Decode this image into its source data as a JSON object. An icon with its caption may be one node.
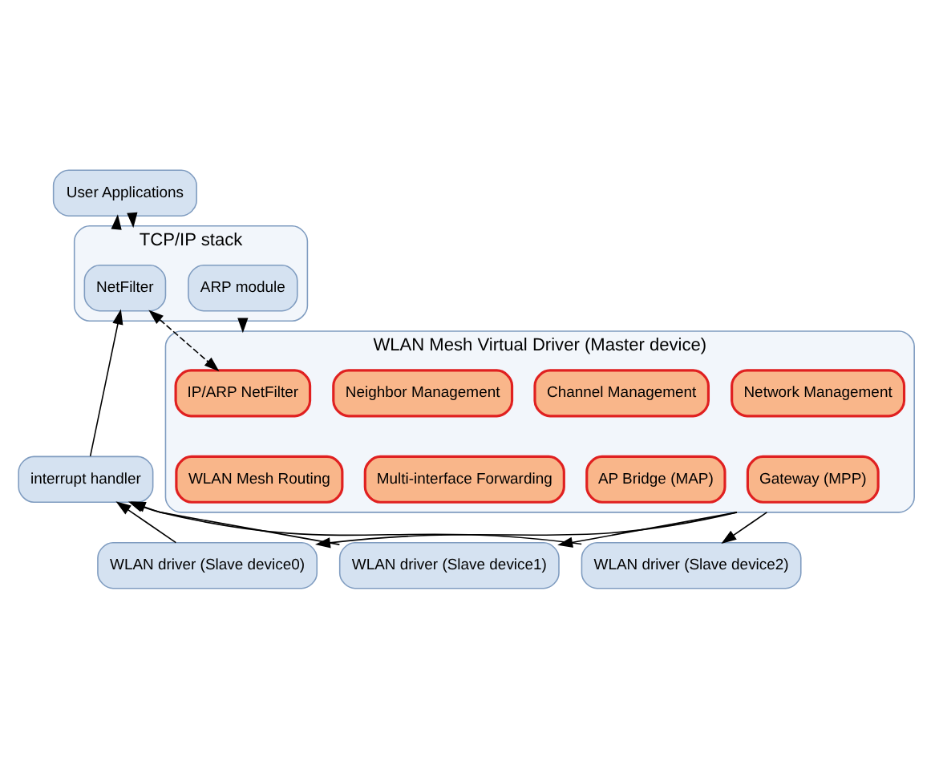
{
  "diagram": {
    "nodes": [
      {
        "text": [
          "User Applications"
        ]
      },
      {
        "text": [
          "TCP/IP stack"
        ]
      },
      {
        "text": [
          "NetFilter"
        ],
        "in": 1
      },
      {
        "text": [
          "ARP module"
        ],
        "in": 1
      },
      {
        "text": [
          "interrupt handler"
        ]
      },
      {
        "text": [
          "WLAN Mesh Virtual Driver (Master device)"
        ]
      },
      {
        "text": [
          "IP/ARP NetFilter"
        ],
        "in": 5
      },
      {
        "text": [
          "Neighbor Management"
        ],
        "in": 5
      },
      {
        "text": [
          "Channel Management"
        ],
        "in": 5
      },
      {
        "text": [
          "Network Management"
        ],
        "in": 5
      },
      {
        "text": [
          "WLAN Mesh Routing"
        ],
        "in": 5
      },
      {
        "text": [
          "Multi-interface Forwarding"
        ],
        "in": 5
      },
      {
        "text": [
          "AP Bridge (MAP)"
        ],
        "in": 5
      },
      {
        "text": [
          "Gateway (MPP)"
        ],
        "in": 5
      },
      {
        "text": [
          "WLAN driver (Slave device0)"
        ]
      },
      {
        "text": [
          "WLAN driver (Slave device1)"
        ]
      },
      {
        "text": [
          "WLAN driver (Slave device2)"
        ]
      }
    ],
    "edges": [
      {
        "from": 1,
        "to": 0,
        "arrow": "to"
      },
      {
        "from": 0,
        "to": 1,
        "arrow": "to"
      },
      {
        "from": 1,
        "to": 5,
        "arrow": "to"
      },
      {
        "from": 6,
        "to": 2,
        "arrow": "both",
        "style": "dashed"
      },
      {
        "from": 4,
        "to": 2,
        "arrow": "to"
      },
      {
        "from": 5,
        "to": 14,
        "arrow": "to"
      },
      {
        "from": 5,
        "to": 15,
        "arrow": "to"
      },
      {
        "from": 5,
        "to": 16,
        "arrow": "to"
      },
      {
        "from": 14,
        "to": 4,
        "arrow": "to"
      },
      {
        "from": 15,
        "to": 4,
        "arrow": "to"
      },
      {
        "from": 16,
        "to": 4,
        "arrow": "to"
      }
    ]
  }
}
